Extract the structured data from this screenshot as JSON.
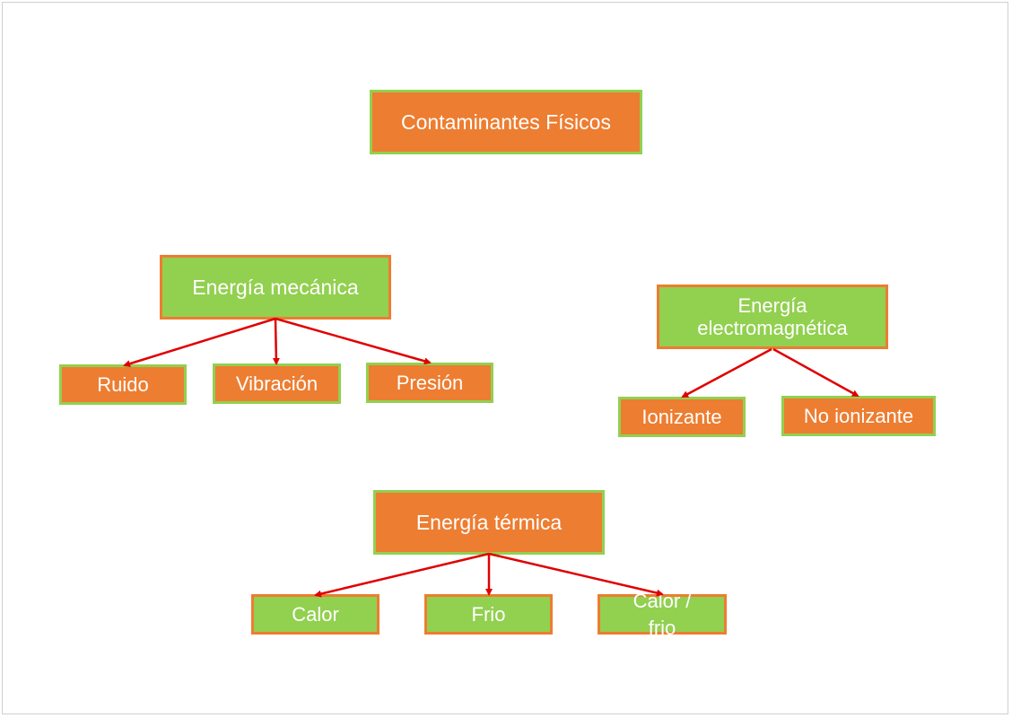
{
  "diagram": {
    "root": {
      "label": "Contaminantes Físicos"
    },
    "groups": [
      {
        "label": "Energía mecánica",
        "children": [
          "Ruido",
          "Vibración",
          "Presión"
        ]
      },
      {
        "label": "Energía electromagnética",
        "children": [
          "Ionizante",
          "No ionizante"
        ]
      },
      {
        "label": "Energía térmica",
        "children": [
          "Calor",
          "Frio",
          "Calor / frio"
        ]
      }
    ],
    "colors": {
      "orange": "#ed7d31",
      "green": "#92d050",
      "arrow": "#e00000"
    }
  }
}
